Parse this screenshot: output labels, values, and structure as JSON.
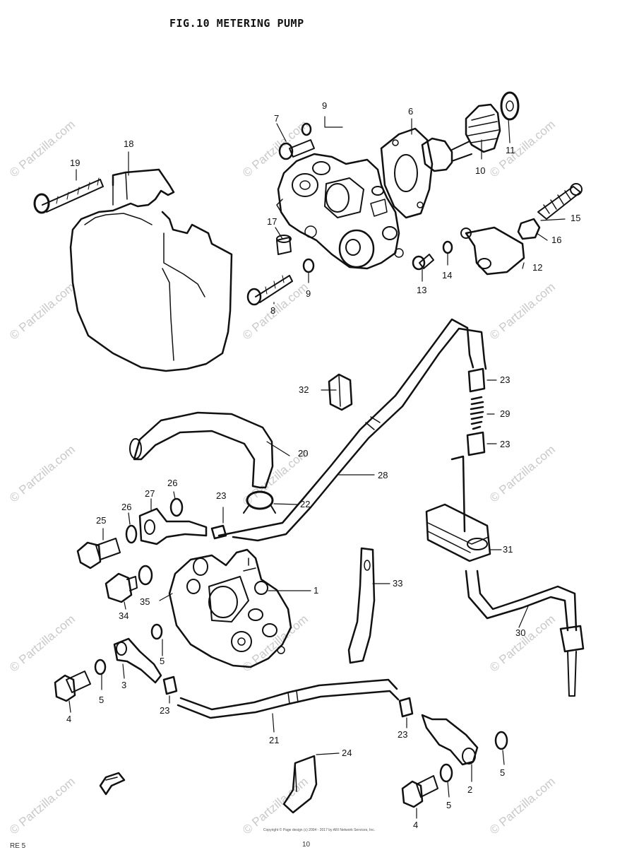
{
  "figure": {
    "title": "FIG.10   METERING PUMP"
  },
  "watermark": {
    "text": "© Partzilla.com"
  },
  "callouts": {
    "c1": "1",
    "c2": "2",
    "c3": "3",
    "c4a": "4",
    "c4b": "4",
    "c5a": "5",
    "c5b": "5",
    "c5c": "5",
    "c5d": "5",
    "c6": "6",
    "c7": "7",
    "c8": "8",
    "c9a": "9",
    "c9b": "9",
    "c10": "10",
    "c11": "11",
    "c12": "12",
    "c13": "13",
    "c14": "14",
    "c15": "15",
    "c16": "16",
    "c17": "17",
    "c18": "18",
    "c19": "19",
    "c20": "20",
    "c21": "21",
    "c22": "22",
    "c23a": "23",
    "c23b": "23",
    "c23c": "23",
    "c23d": "23",
    "c23e": "23",
    "c24": "24",
    "c25": "25",
    "c26a": "26",
    "c26b": "26",
    "c27": "27",
    "c28": "28",
    "c29": "29",
    "c30": "30",
    "c31": "31",
    "c32": "32",
    "c33": "33",
    "c34": "34",
    "c35": "35"
  },
  "footer": {
    "copyright": "Copyright © Page design (c) 2004 - 2017 by ARI Network Services, Inc.",
    "left": "RE 5",
    "page": "10"
  }
}
